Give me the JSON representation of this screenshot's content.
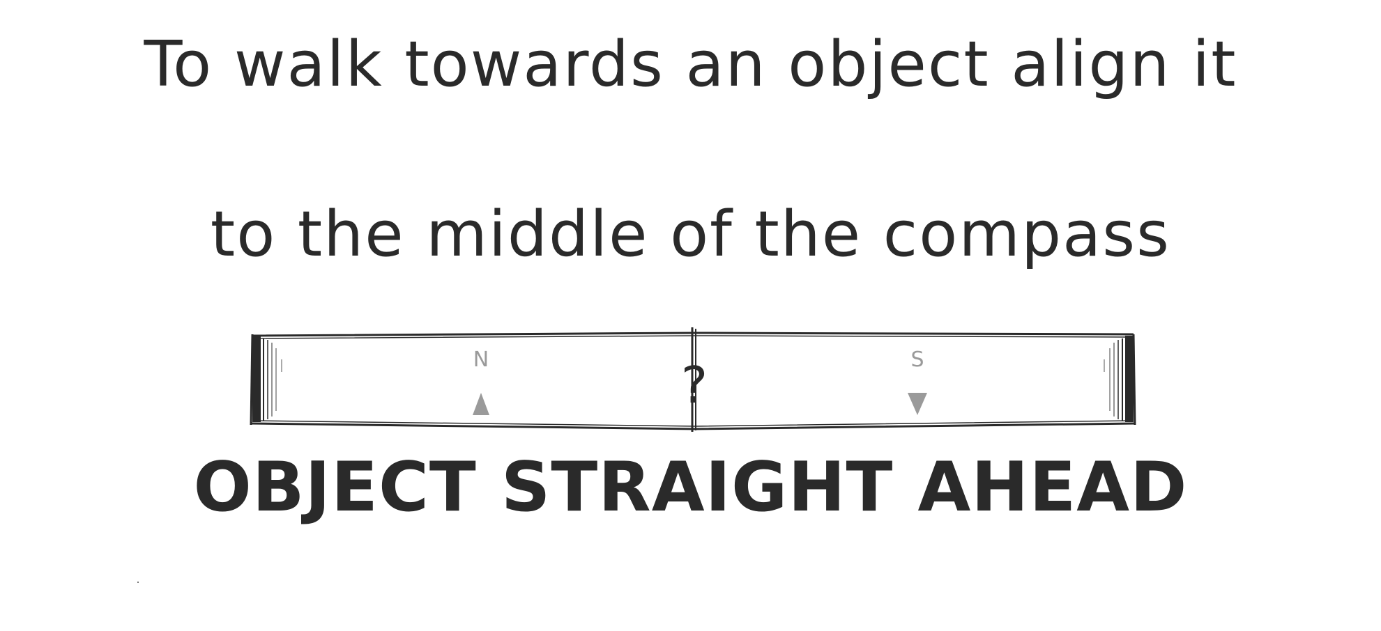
{
  "instructions": {
    "line1": "To walk towards an object align it",
    "line2": "to the middle of the compass"
  },
  "compass": {
    "north_label": "N",
    "south_label": "S",
    "center_marker": "?",
    "north_marker_icon": "triangle-up-icon",
    "south_marker_icon": "triangle-down-icon",
    "colors": {
      "ink": "#2a2a2a",
      "markers": "#9a9a9a"
    }
  },
  "status": {
    "message": "OBJECT STRAIGHT AHEAD"
  }
}
